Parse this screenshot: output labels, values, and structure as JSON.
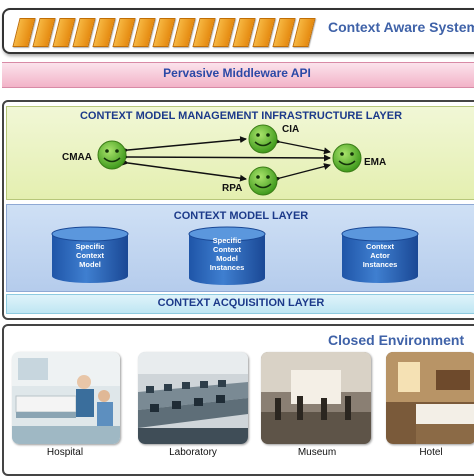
{
  "header": {
    "title": "Context Aware System"
  },
  "middleware": {
    "label": "Pervasive Middleware API"
  },
  "cmmi": {
    "title": "CONTEXT MODEL MANAGEMENT INFRASTRUCTURE LAYER",
    "nodes": {
      "cmaa": "CMAA",
      "cia": "CIA",
      "ema": "EMA",
      "rpa": "RPA"
    }
  },
  "cml": {
    "title": "CONTEXT MODEL LAYER",
    "databases": [
      {
        "lines": [
          "Specific",
          "Context",
          "Model"
        ]
      },
      {
        "lines": [
          "Specific",
          "Context",
          "Model",
          "Instances"
        ]
      },
      {
        "lines": [
          "Context",
          "Actor",
          "Instances"
        ]
      }
    ]
  },
  "cal": {
    "title": "CONTEXT ACQUISITION LAYER"
  },
  "closed": {
    "title": "Closed Environment",
    "environments": [
      {
        "label": "Hospital"
      },
      {
        "label": "Laboratory"
      },
      {
        "label": "Museum"
      },
      {
        "label": "Hotel"
      }
    ]
  },
  "colors": {
    "title_blue": "#3f62a8",
    "layer_text": "#1c3a8a",
    "tile_orange": "#f0a02c",
    "smiley_green": "#5cb82e"
  }
}
